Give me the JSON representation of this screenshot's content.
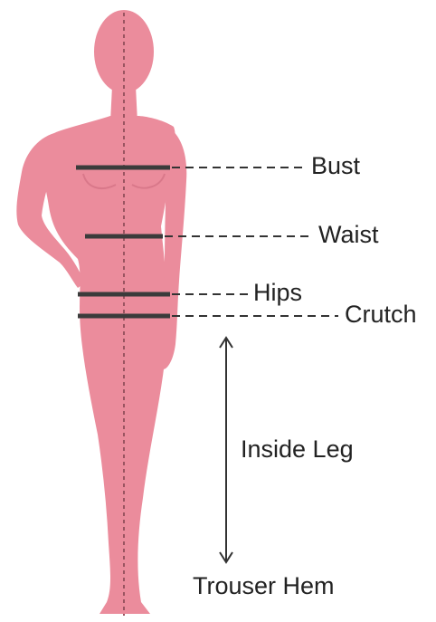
{
  "figure": {
    "colors": {
      "body": "#eb8c9c",
      "body_shade": "#d9788a",
      "measure_line": "#3b3b3b",
      "leader_line": "#333333",
      "center_line": "#9a5561"
    },
    "labels": {
      "bust": "Bust",
      "waist": "Waist",
      "hips": "Hips",
      "crutch": "Crutch",
      "inside_leg": "Inside Leg",
      "trouser_hem": "Trouser Hem"
    }
  }
}
